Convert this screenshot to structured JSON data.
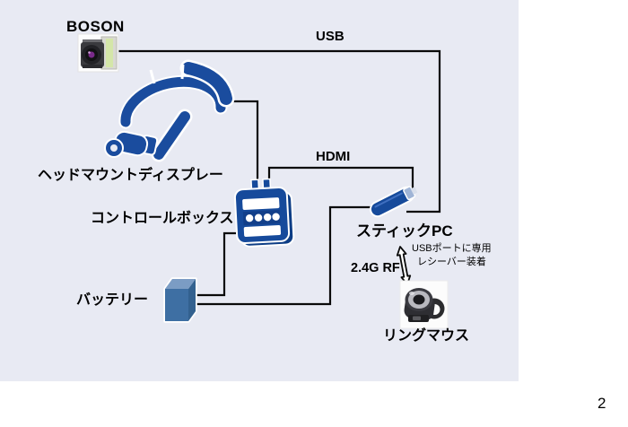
{
  "slide": {
    "page_number": "2",
    "background_color": "#e8eaf3"
  },
  "diagram": {
    "nodes": {
      "camera": {
        "label": "BOSON"
      },
      "head_mounted_display": {
        "label": "ヘッドマウントディスプレー"
      },
      "control_box": {
        "label": "コントロールボックス"
      },
      "battery": {
        "label": "バッテリー"
      },
      "stick_pc": {
        "label": "スティックPC"
      },
      "ring_mouse": {
        "label": "リングマウス"
      }
    },
    "connections": {
      "usb": {
        "label": "USB",
        "from": "camera",
        "to": "stick_pc"
      },
      "hdmi": {
        "label": "HDMI",
        "from": "control_box",
        "to": "stick_pc"
      },
      "hmd_cable": {
        "from": "head_mounted_display",
        "to": "control_box"
      },
      "battery_to_control_box": {
        "from": "battery",
        "to": "control_box"
      },
      "battery_to_stick_pc": {
        "from": "battery",
        "to": "stick_pc"
      },
      "rf": {
        "label": "2.4G RF",
        "from": "stick_pc",
        "to": "ring_mouse",
        "note_line1": "USBポートに専用",
        "note_line2": "レシーバー装着"
      }
    },
    "colors": {
      "device_blue": "#164a9b",
      "device_blue_dark": "#0d3d85",
      "battery_front": "#3e6fa3",
      "battery_top": "#7b9cc4",
      "battery_side": "#33618f",
      "line_black": "#0a0a0a"
    }
  }
}
